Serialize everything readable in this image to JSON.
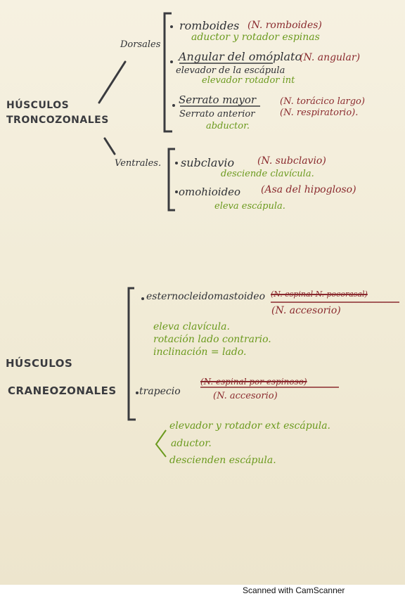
{
  "troncozonales": {
    "title_line1": "HÚSCULOS",
    "title_line2": "TRONCOZONALES",
    "dorsales": {
      "label": "Dorsales",
      "romboides": {
        "name": "romboides",
        "nerve": "(N. romboides)",
        "action": "aductor y rotador espinas"
      },
      "angular": {
        "name": "Angular del omóplato",
        "nerve": "(N. angular)",
        "action1": "elevador de la escápula",
        "action2": "elevador rotador int"
      },
      "serrato": {
        "name": "Serrato mayor",
        "alt_name": "Serrato anterior",
        "nerve1": "(N. torácico largo)",
        "nerve2": "(N. respiratorio).",
        "action": "abductor."
      }
    },
    "ventrales": {
      "label": "Ventrales.",
      "subclavio": {
        "name": "subclavio",
        "nerve": "(N. subclavio)",
        "action": "desciende clavícula."
      },
      "omohioideo": {
        "name": "omohioideo",
        "nerve": "(Asa del hipogloso)",
        "action": "eleva escápula."
      }
    }
  },
  "craneozonales": {
    "title_line1": "HÚSCULOS",
    "title_line2": "CRANEOZONALES",
    "esternocleidomastoideo": {
      "name": "esternocleidomastoideo",
      "struck_nerve": "(N. espinal N. pocorasal)",
      "nerve": "(N. accesorio)",
      "action1": "eleva clavícula.",
      "action2": "rotación lado contrario.",
      "action3": "inclinación = lado."
    },
    "trapecio": {
      "name": "trapecio",
      "struck_nerve": "(N. espinal por espinoso)",
      "nerve": "(N. accesorio)",
      "action1": "elevador y rotador ext escápula.",
      "action2": "aductor.",
      "action3": "descienden escápula."
    }
  },
  "scanner": {
    "watermark": "Scanned with CamScanner"
  }
}
